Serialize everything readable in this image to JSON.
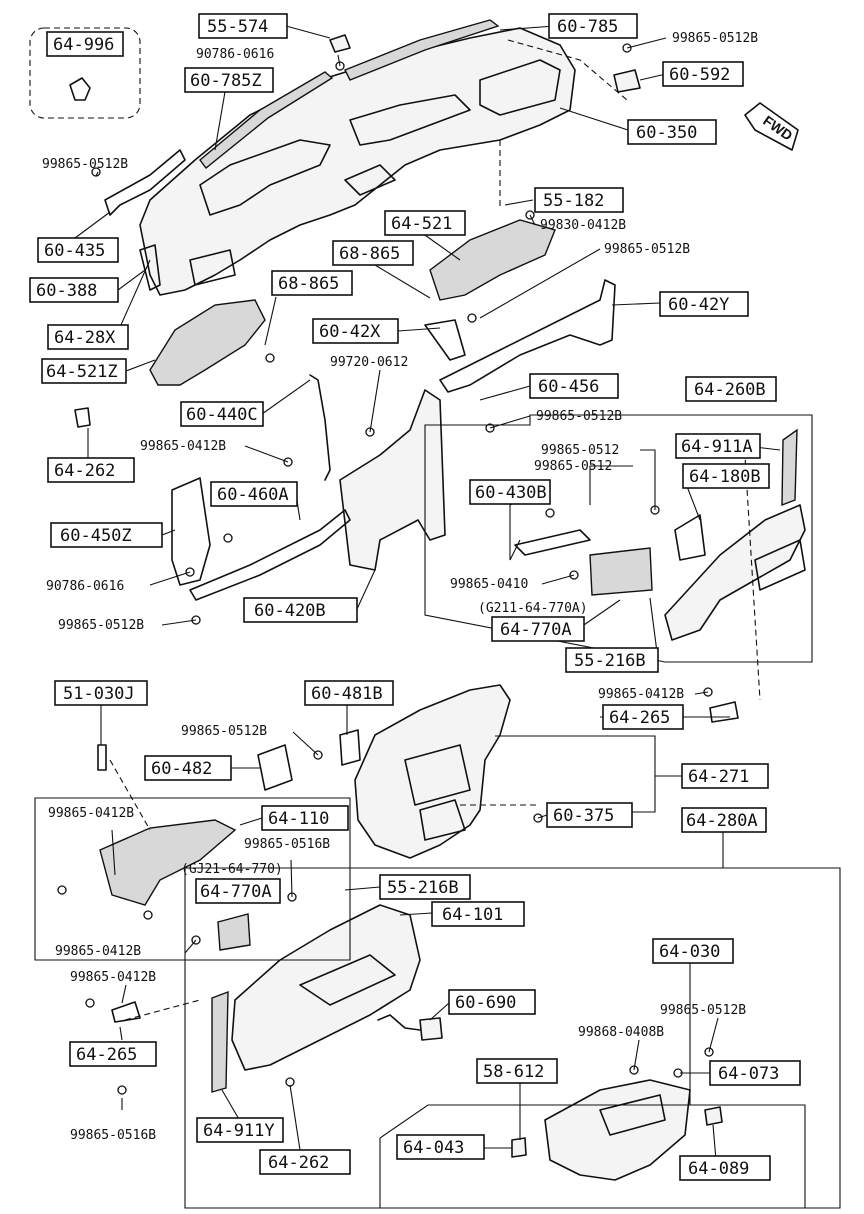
{
  "diagram": {
    "fwd_label": "FWD",
    "callout_part_numbers": [
      "55-574",
      "60-785",
      "64-996",
      "60-785Z",
      "60-592",
      "60-350",
      "60-435",
      "60-388",
      "64-28X",
      "64-521Z",
      "55-182",
      "64-521",
      "68-865",
      "68-865",
      "60-42Y",
      "60-42X",
      "60-440C",
      "60-456",
      "64-260B",
      "64-911A",
      "64-180B",
      "64-262",
      "60-460A",
      "60-430B",
      "60-450Z",
      "60-420B",
      "64-770A",
      "55-216B",
      "51-030J",
      "60-481B",
      "64-265",
      "60-482",
      "64-271",
      "64-110",
      "60-375",
      "64-280A",
      "64-770A",
      "55-216B",
      "64-101",
      "64-030",
      "60-690",
      "64-265",
      "58-612",
      "64-073",
      "64-043",
      "64-089",
      "64-911Y",
      "64-262"
    ],
    "hardware_part_numbers": [
      "99865-0512B",
      "90786-0616",
      "99865-0512B",
      "99830-0412B",
      "99865-0512B",
      "99720-0612",
      "99865-0412B",
      "99865-0512B",
      "99865-0512",
      "99865-0512",
      "90786-0616",
      "99865-0410",
      "99865-0512B",
      "99865-0412B",
      "99865-0512B",
      "99865-0412B",
      "99865-0516B",
      "99865-0412B",
      "99865-0412B",
      "99865-0512B",
      "99868-0408B",
      "99865-0516B"
    ],
    "reference_numbers": [
      "(G211-64-770A)",
      "(GJ21-64-770)"
    ]
  }
}
